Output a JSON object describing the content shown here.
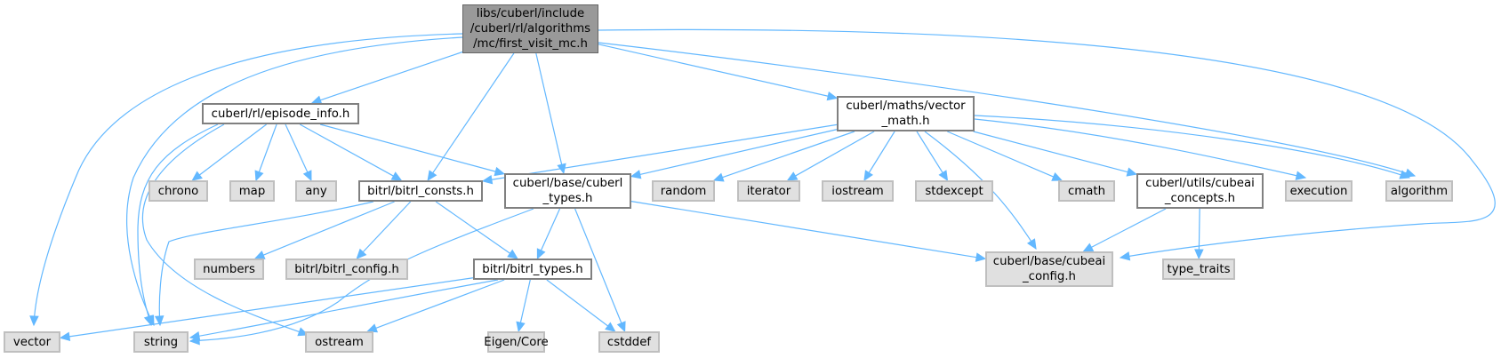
{
  "diagram": {
    "type": "include-dependency-graph",
    "colors": {
      "edge": "#63b8ff",
      "root_fill": "#999999",
      "local_fill": "#ffffff",
      "system_fill": "#e0e0e0"
    },
    "nodes": [
      {
        "id": "root",
        "label": "libs/cuberl/include\n/cuberl/rl/algorithms\n/mc/first_visit_mc.h",
        "kind": "root"
      },
      {
        "id": "episode_info",
        "label": "cuberl/rl/episode_info.h",
        "kind": "local"
      },
      {
        "id": "vector_math",
        "label": "cuberl/maths/vector\n_math.h",
        "kind": "local"
      },
      {
        "id": "chrono",
        "label": "chrono",
        "kind": "system"
      },
      {
        "id": "map",
        "label": "map",
        "kind": "system"
      },
      {
        "id": "any",
        "label": "any",
        "kind": "system"
      },
      {
        "id": "bitrl_consts",
        "label": "bitrl/bitrl_consts.h",
        "kind": "local"
      },
      {
        "id": "cuberl_types",
        "label": "cuberl/base/cuberl\n_types.h",
        "kind": "local"
      },
      {
        "id": "random",
        "label": "random",
        "kind": "system"
      },
      {
        "id": "iterator",
        "label": "iterator",
        "kind": "system"
      },
      {
        "id": "iostream",
        "label": "iostream",
        "kind": "system"
      },
      {
        "id": "stdexcept",
        "label": "stdexcept",
        "kind": "system"
      },
      {
        "id": "cmath",
        "label": "cmath",
        "kind": "system"
      },
      {
        "id": "cubeai_concepts",
        "label": "cuberl/utils/cubeai\n_concepts.h",
        "kind": "local"
      },
      {
        "id": "execution",
        "label": "execution",
        "kind": "system"
      },
      {
        "id": "algorithm",
        "label": "algorithm",
        "kind": "system"
      },
      {
        "id": "numbers",
        "label": "numbers",
        "kind": "system"
      },
      {
        "id": "bitrl_config",
        "label": "bitrl/bitrl_config.h",
        "kind": "system"
      },
      {
        "id": "bitrl_types",
        "label": "bitrl/bitrl_types.h",
        "kind": "local"
      },
      {
        "id": "cubeai_config",
        "label": "cuberl/base/cubeai\n_config.h",
        "kind": "system"
      },
      {
        "id": "type_traits",
        "label": "type_traits",
        "kind": "system"
      },
      {
        "id": "vector",
        "label": "vector",
        "kind": "system"
      },
      {
        "id": "string",
        "label": "string",
        "kind": "system"
      },
      {
        "id": "ostream",
        "label": "ostream",
        "kind": "system"
      },
      {
        "id": "eigen_core",
        "label": "Eigen/Core",
        "kind": "system"
      },
      {
        "id": "cstddef",
        "label": "cstddef",
        "kind": "system"
      }
    ],
    "edges": [
      [
        "root",
        "episode_info"
      ],
      [
        "root",
        "vector_math"
      ],
      [
        "root",
        "bitrl_consts"
      ],
      [
        "root",
        "cuberl_types"
      ],
      [
        "root",
        "algorithm"
      ],
      [
        "root",
        "cubeai_config"
      ],
      [
        "root",
        "vector"
      ],
      [
        "root",
        "string"
      ],
      [
        "episode_info",
        "chrono"
      ],
      [
        "episode_info",
        "map"
      ],
      [
        "episode_info",
        "any"
      ],
      [
        "episode_info",
        "bitrl_consts"
      ],
      [
        "episode_info",
        "cuberl_types"
      ],
      [
        "episode_info",
        "string"
      ],
      [
        "episode_info",
        "ostream"
      ],
      [
        "vector_math",
        "bitrl_consts"
      ],
      [
        "vector_math",
        "cuberl_types"
      ],
      [
        "vector_math",
        "random"
      ],
      [
        "vector_math",
        "iterator"
      ],
      [
        "vector_math",
        "iostream"
      ],
      [
        "vector_math",
        "stdexcept"
      ],
      [
        "vector_math",
        "cmath"
      ],
      [
        "vector_math",
        "cubeai_concepts"
      ],
      [
        "vector_math",
        "execution"
      ],
      [
        "vector_math",
        "algorithm"
      ],
      [
        "vector_math",
        "cubeai_config"
      ],
      [
        "bitrl_consts",
        "numbers"
      ],
      [
        "bitrl_consts",
        "bitrl_config"
      ],
      [
        "bitrl_consts",
        "bitrl_types"
      ],
      [
        "bitrl_consts",
        "string"
      ],
      [
        "cuberl_types",
        "bitrl_types"
      ],
      [
        "cuberl_types",
        "cstddef"
      ],
      [
        "cuberl_types",
        "cubeai_config"
      ],
      [
        "cuberl_types",
        "string"
      ],
      [
        "cubeai_concepts",
        "cubeai_config"
      ],
      [
        "cubeai_concepts",
        "type_traits"
      ],
      [
        "bitrl_types",
        "vector"
      ],
      [
        "bitrl_types",
        "string"
      ],
      [
        "bitrl_types",
        "ostream"
      ],
      [
        "bitrl_types",
        "eigen_core"
      ],
      [
        "bitrl_types",
        "cstddef"
      ]
    ]
  }
}
